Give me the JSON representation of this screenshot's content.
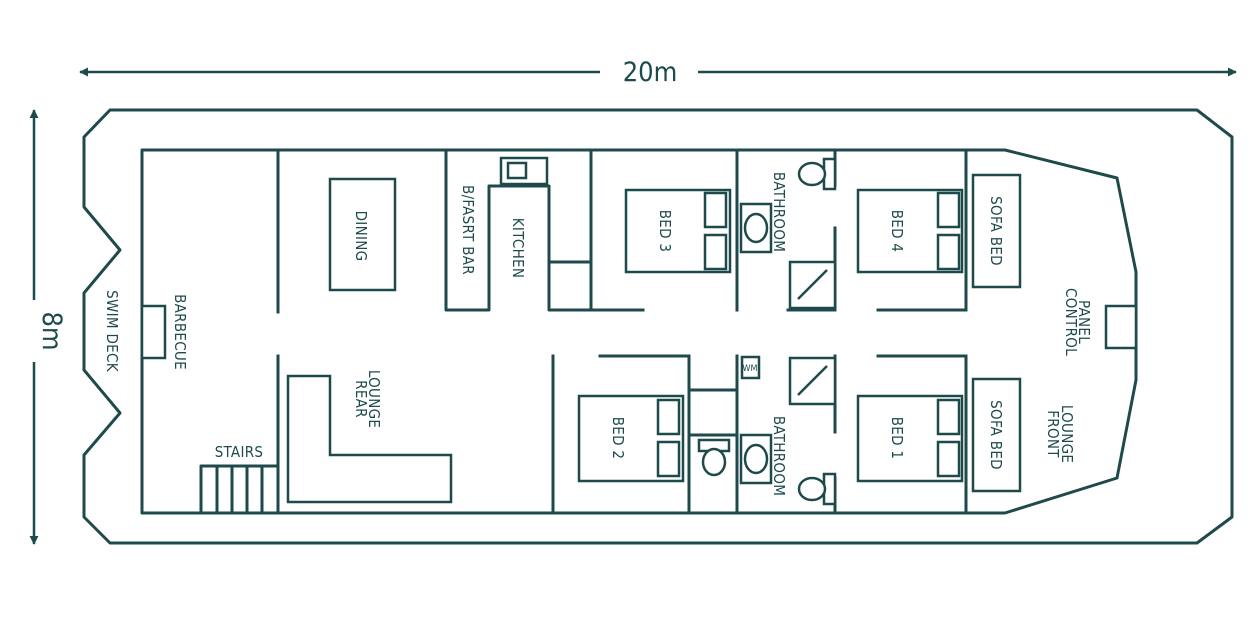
{
  "dimensions": {
    "length": "20m",
    "width": "8m"
  },
  "labels": {
    "swim_deck": "SWIM DECK",
    "barbecue": "BARBECUE",
    "stairs": "STAIRS",
    "dining": "DINING",
    "rear_lounge": [
      "REAR",
      "LOUNGE"
    ],
    "breakfast_bar": "B/FASRT BAR",
    "kitchen": "KITCHEN",
    "bed_3": "BED 3",
    "bed_4": "BED 4",
    "bed_2": "BED 2",
    "bed_1": "BED 1",
    "bathroom_top": "BATHROOM",
    "bathroom_bottom": "BATHROOM",
    "sofa_bed_top": "SOFA BED",
    "sofa_bed_bottom": "SOFA BED",
    "control_panel": [
      "CONTROL",
      "PANEL"
    ],
    "front_lounge": [
      "FRONT",
      "LOUNGE"
    ],
    "washing_machine": "WM"
  }
}
